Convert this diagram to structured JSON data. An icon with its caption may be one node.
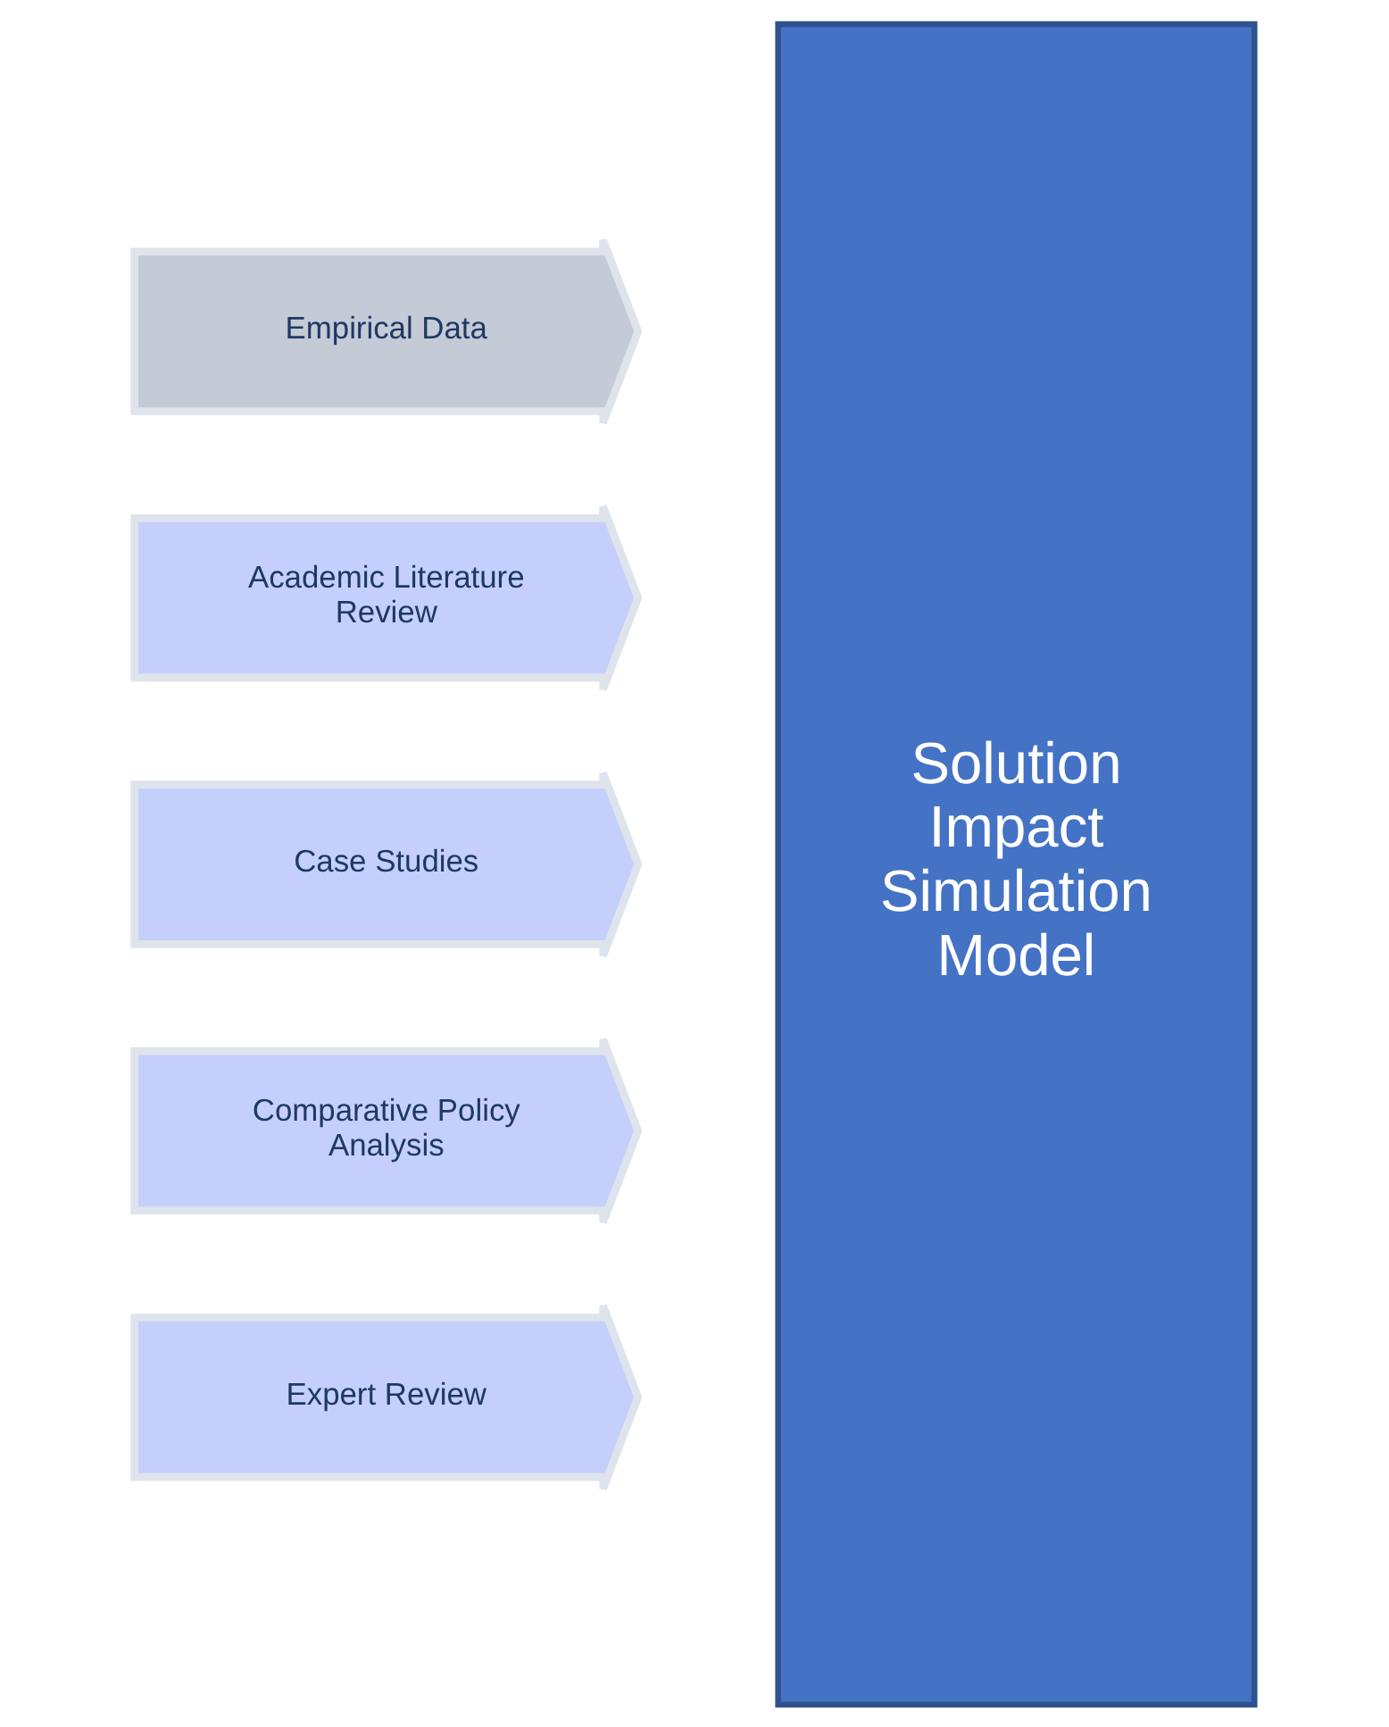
{
  "diagram": {
    "nodes": [
      {
        "text": [
          "Empirical Data"
        ]
      },
      {
        "text": [
          "Academic Literature Review"
        ]
      },
      {
        "text": [
          "Case Studies"
        ]
      },
      {
        "text": [
          "Comparative Policy Analysis"
        ]
      },
      {
        "text": [
          "Expert Review"
        ]
      },
      {
        "text": [
          "Solution Impact Simulation Model"
        ]
      }
    ],
    "edges": []
  }
}
